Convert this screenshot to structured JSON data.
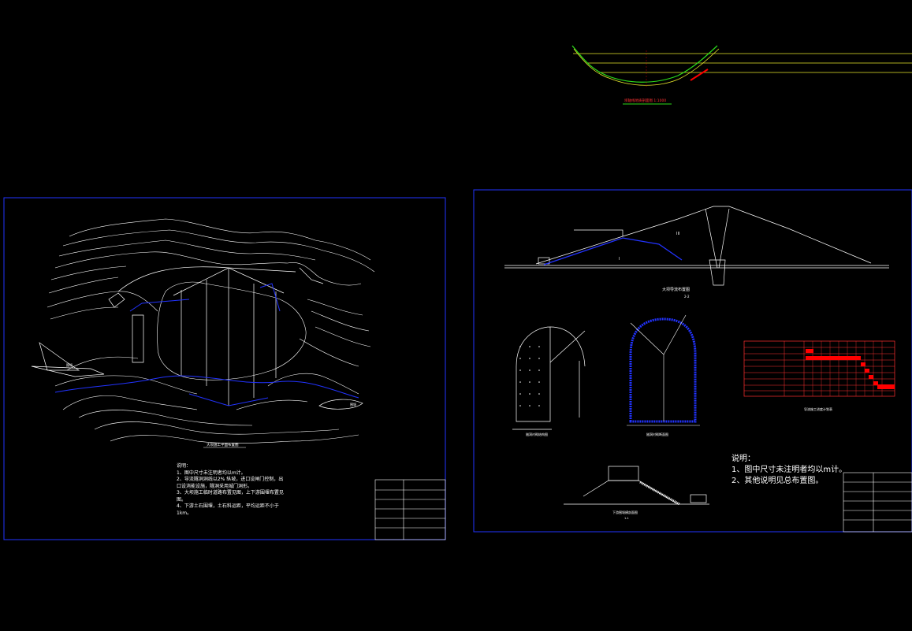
{
  "canvas": {
    "background": "#000000",
    "accent_blue": "#1a2dff",
    "accent_red": "#ff0000",
    "accent_green": "#2bdc1a",
    "accent_yellow": "#e7e72b"
  },
  "sheet_left": {
    "drawing_caption": "大坝施工平面布置图",
    "notes_title": "说明：",
    "notes": [
      "1、图中尺寸未注明者均以m计。",
      "2、导流隧洞洞线以2% 纵坡，进口设闸门控制，出口设消能设施，隧洞采用城门洞形。",
      "3、大坝施工临时道路布置见图，上下游围堰布置见图。",
      "4、下游土石围堰，土石料运距，平均运距不小于1km。"
    ],
    "labels": {
      "upstream": "围堰",
      "downstream": "围堰"
    }
  },
  "sheet_right": {
    "section_caption": "大坝导流布置图",
    "section_sub": "2-2",
    "zones": [
      "I",
      "III"
    ],
    "notes_title": "说明：",
    "notes": [
      "1、图中尺寸未注明者均以m计。",
      "2、其他说明见总布置图。"
    ],
    "cofferdam_caption": "下游围堰横剖面图",
    "cofferdam_sub": "1-1",
    "tunnel_left_caption": "隧洞衬砌结构图",
    "tunnel_right_caption": "隧洞衬砌断面图",
    "schedule_caption": "导流施工进度计划表"
  },
  "top_strip": {
    "caption": "坝轴线地质剖面图 1:1000"
  }
}
